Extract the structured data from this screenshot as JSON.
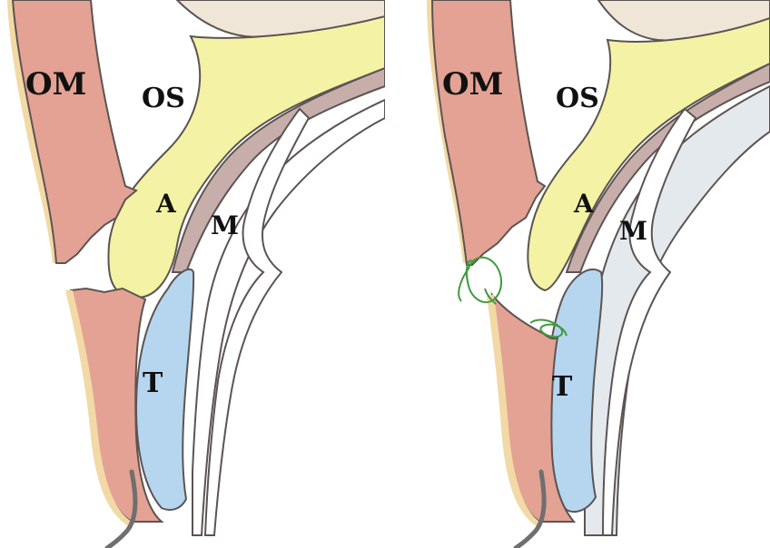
{
  "colors": {
    "orbicularis": "#e3a294",
    "skin": "#f2d9a5",
    "septum": "#f4f2a4",
    "aponeurosis": "#c8aeab",
    "tarsus": "#b6d6f0",
    "muscle_layer": "#e4e9ee",
    "bone": "#efe6d8",
    "outline": "#5c5452",
    "suture": "#3f9b3c",
    "needle": "#6f6f6f"
  },
  "panels": [
    {
      "id": "before",
      "labels": {
        "om": "OM",
        "os": "OS",
        "a": "A",
        "m": "M",
        "t": "T"
      }
    },
    {
      "id": "after",
      "labels": {
        "om": "OM",
        "os": "OS",
        "a": "A",
        "m": "M",
        "t": "T"
      }
    }
  ]
}
